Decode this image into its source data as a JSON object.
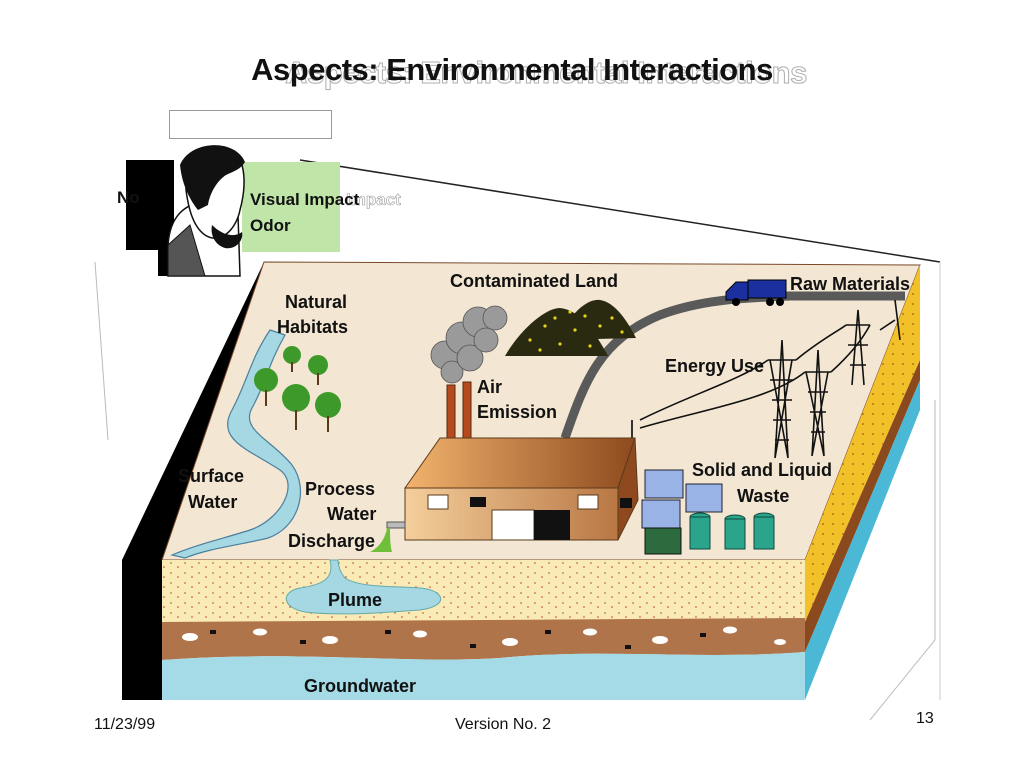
{
  "slide": {
    "title": "Aspects: Environmental Interactions",
    "footer": {
      "date": "11/23/99",
      "version": "Version No. 2",
      "page_number": "13"
    }
  },
  "callout": {
    "prefix": "No",
    "items": [
      "Visual Impact",
      "Odor"
    ],
    "ghost_text": "Impact"
  },
  "labels": {
    "contaminated_land": "Contaminated Land",
    "raw_materials": "Raw Materials",
    "natural_habitats_1": "Natural",
    "natural_habitats_2": "Habitats",
    "air_emission_1": "Air",
    "air_emission_2": "Emission",
    "energy_use": "Energy Use",
    "surface_water_1": "Surface",
    "surface_water_2": "Water",
    "process_water_1": "Process",
    "process_water_2": "Water",
    "process_water_3": "Discharge",
    "solid_liquid_1": "Solid and Liquid",
    "solid_liquid_2": "Waste",
    "plume": "Plume",
    "groundwater": "Groundwater"
  },
  "colors": {
    "ground_surface": "#f3e6d2",
    "sand_layer": "#faeab5",
    "soil_layer": "#b0744a",
    "groundwater": "#a5dbe6",
    "river": "#a5d8e2",
    "callout_bg": "#bfe6a8",
    "side_yellow": "#f2c12a",
    "side_blue": "#4bb8d6",
    "factory": "#e9b47d",
    "truck": "#1c2f9e",
    "waste_cube": "#9ab3e6",
    "barrel": "#2aa48b"
  }
}
